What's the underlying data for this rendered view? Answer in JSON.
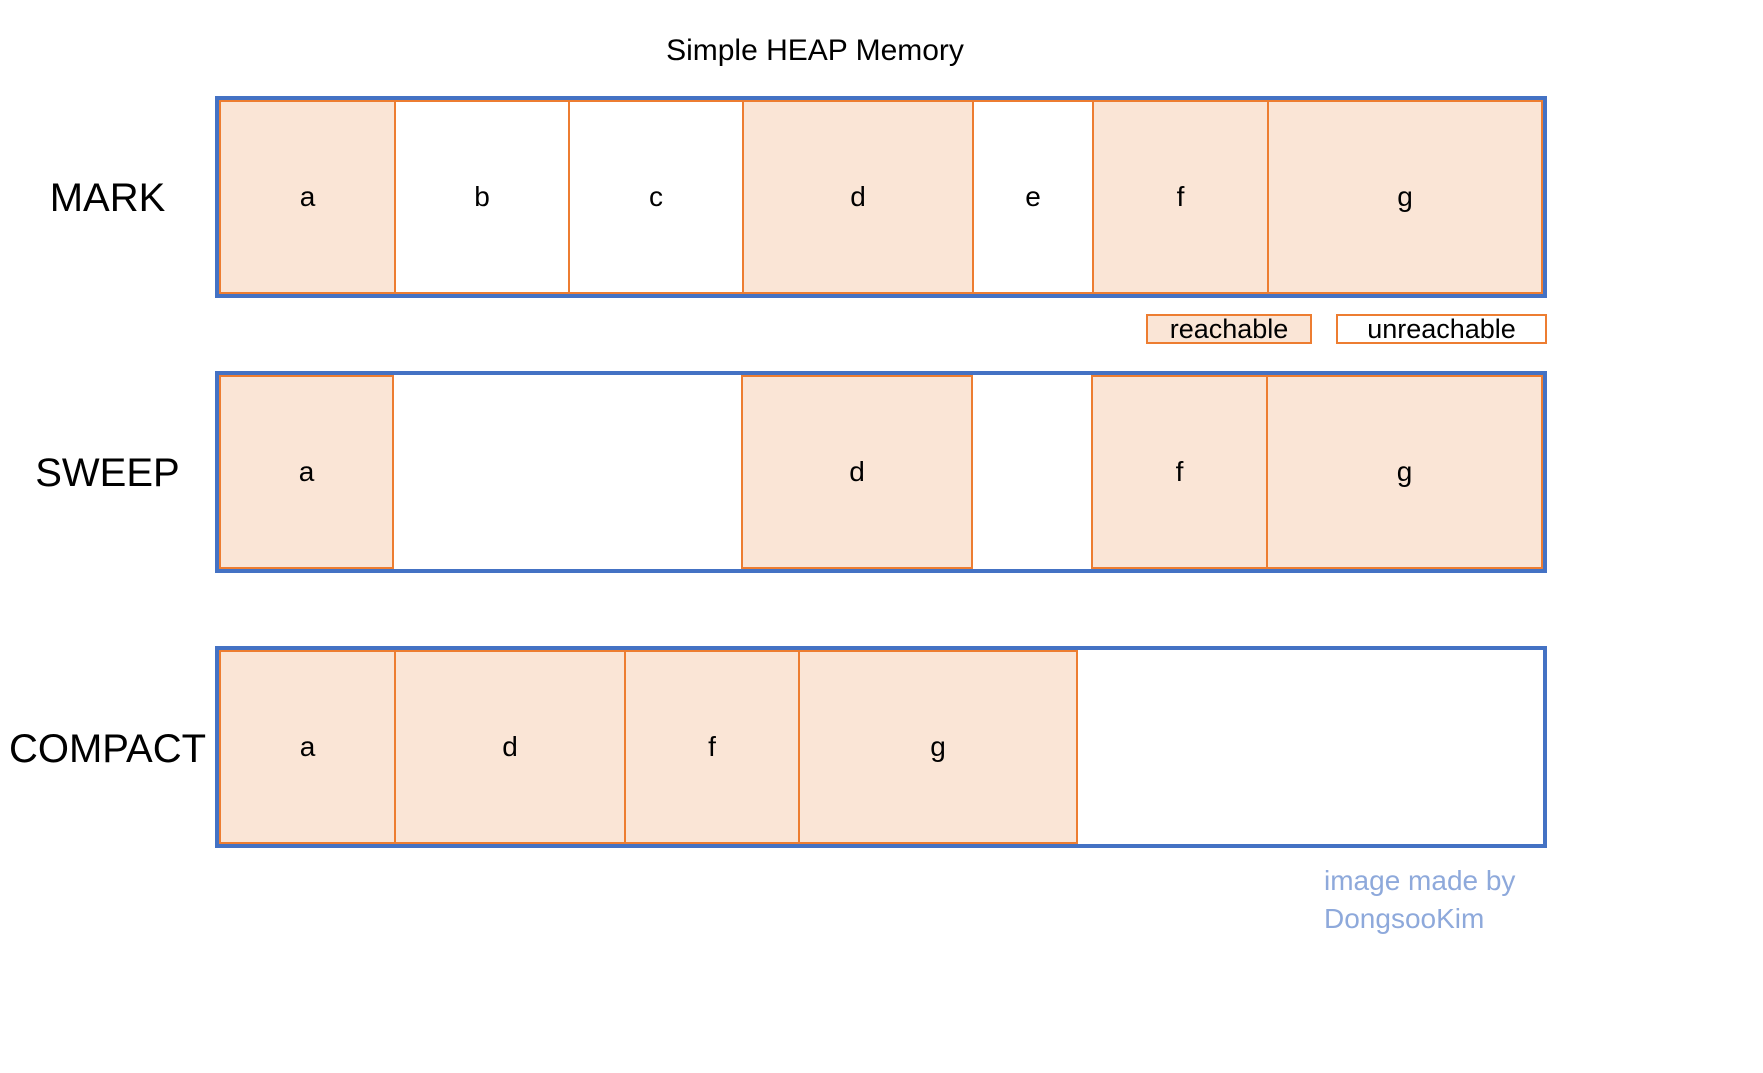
{
  "title": "Simple HEAP Memory",
  "colors": {
    "heap_border": "#4472c4",
    "block_border": "#ed7d31",
    "reachable_fill": "#fae5d6",
    "unreachable_fill": "#ffffff",
    "credit_text": "#8ea9db"
  },
  "rows": [
    {
      "label": "MARK",
      "blocks": [
        {
          "name": "a",
          "state": "reachable"
        },
        {
          "name": "b",
          "state": "unreachable"
        },
        {
          "name": "c",
          "state": "unreachable"
        },
        {
          "name": "d",
          "state": "reachable"
        },
        {
          "name": "e",
          "state": "unreachable"
        },
        {
          "name": "f",
          "state": "reachable"
        },
        {
          "name": "g",
          "state": "reachable"
        }
      ]
    },
    {
      "label": "SWEEP",
      "blocks": [
        {
          "name": "a",
          "state": "reachable"
        },
        {
          "name": "d",
          "state": "reachable"
        },
        {
          "name": "f",
          "state": "reachable"
        },
        {
          "name": "g",
          "state": "reachable"
        }
      ]
    },
    {
      "label": "COMPACT",
      "blocks": [
        {
          "name": "a",
          "state": "reachable"
        },
        {
          "name": "d",
          "state": "reachable"
        },
        {
          "name": "f",
          "state": "reachable"
        },
        {
          "name": "g",
          "state": "reachable"
        }
      ]
    }
  ],
  "legend": {
    "reachable": "reachable",
    "unreachable": "unreachable"
  },
  "credit": {
    "line1": "image made by",
    "line2": "DongsooKim"
  }
}
